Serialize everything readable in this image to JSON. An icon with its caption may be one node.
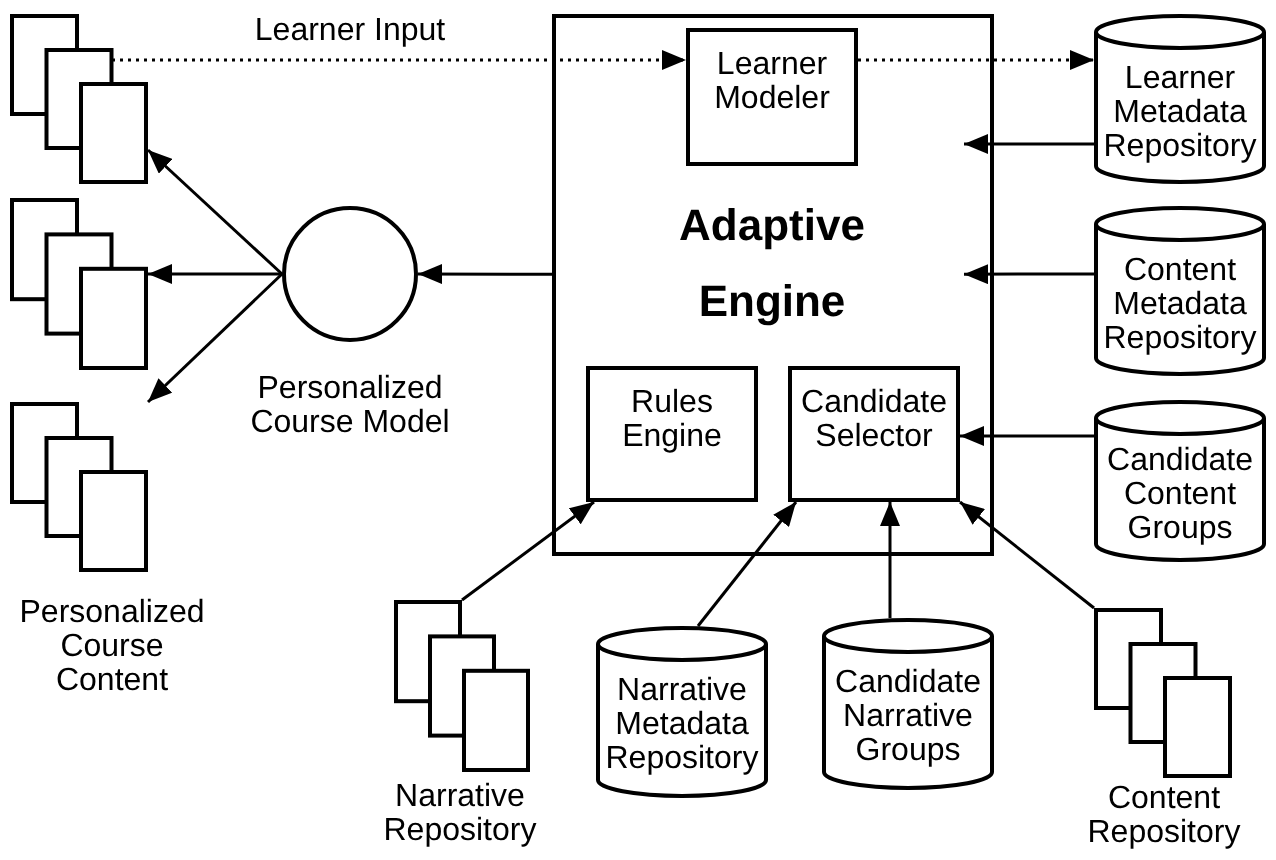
{
  "diagram": {
    "nodes": [
      {
        "text": [],
        "shape": "document"
      },
      {
        "text": [],
        "shape": "document"
      },
      {
        "text": [],
        "shape": "document",
        "beside": [
          "Personalized Course Content"
        ]
      },
      {
        "text": [],
        "shape": "circle",
        "beside": [
          "Personalized Course Model"
        ]
      },
      {
        "text": [
          "Adaptive Engine"
        ]
      },
      {
        "text": [
          "Learner Modeler"
        ],
        "in": 4
      },
      {
        "text": [
          "Rules Engine"
        ],
        "in": 4
      },
      {
        "text": [
          "Candidate Selector"
        ],
        "in": 4
      },
      {
        "text": [
          "Learner Metadata Repository"
        ]
      },
      {
        "text": [
          "Content Metadata Repository"
        ]
      },
      {
        "text": [
          "Candidate Content Groups"
        ]
      },
      {
        "text": [],
        "shape": "document",
        "beside": [
          "Narrative Repository"
        ]
      },
      {
        "text": [
          "Narrative Metadata Repository"
        ]
      },
      {
        "text": [
          "Candidate Narrative Groups"
        ]
      },
      {
        "text": [],
        "shape": "document",
        "beside": [
          "Content Repository"
        ]
      }
    ],
    "edges": [
      {
        "from": 0,
        "to": 5,
        "arrow": "to",
        "label": "Learner Input",
        "style": "dashed"
      },
      {
        "from": 5,
        "to": 8,
        "arrow": "to",
        "style": "dashed"
      },
      {
        "from": 8,
        "to": 4,
        "arrow": "to"
      },
      {
        "from": 9,
        "to": 4,
        "arrow": "to"
      },
      {
        "from": 10,
        "to": 7,
        "arrow": "to"
      },
      {
        "from": 4,
        "to": 3,
        "arrow": "to"
      },
      {
        "from": 3,
        "to": 0,
        "arrow": "to"
      },
      {
        "from": 3,
        "to": 1,
        "arrow": "to"
      },
      {
        "from": 3,
        "to": 2,
        "arrow": "to"
      },
      {
        "from": 11,
        "to": 6,
        "arrow": "to"
      },
      {
        "from": 12,
        "to": 7,
        "arrow": "to"
      },
      {
        "from": 13,
        "to": 7,
        "arrow": "to"
      },
      {
        "from": 14,
        "to": 7,
        "arrow": "to"
      }
    ]
  }
}
